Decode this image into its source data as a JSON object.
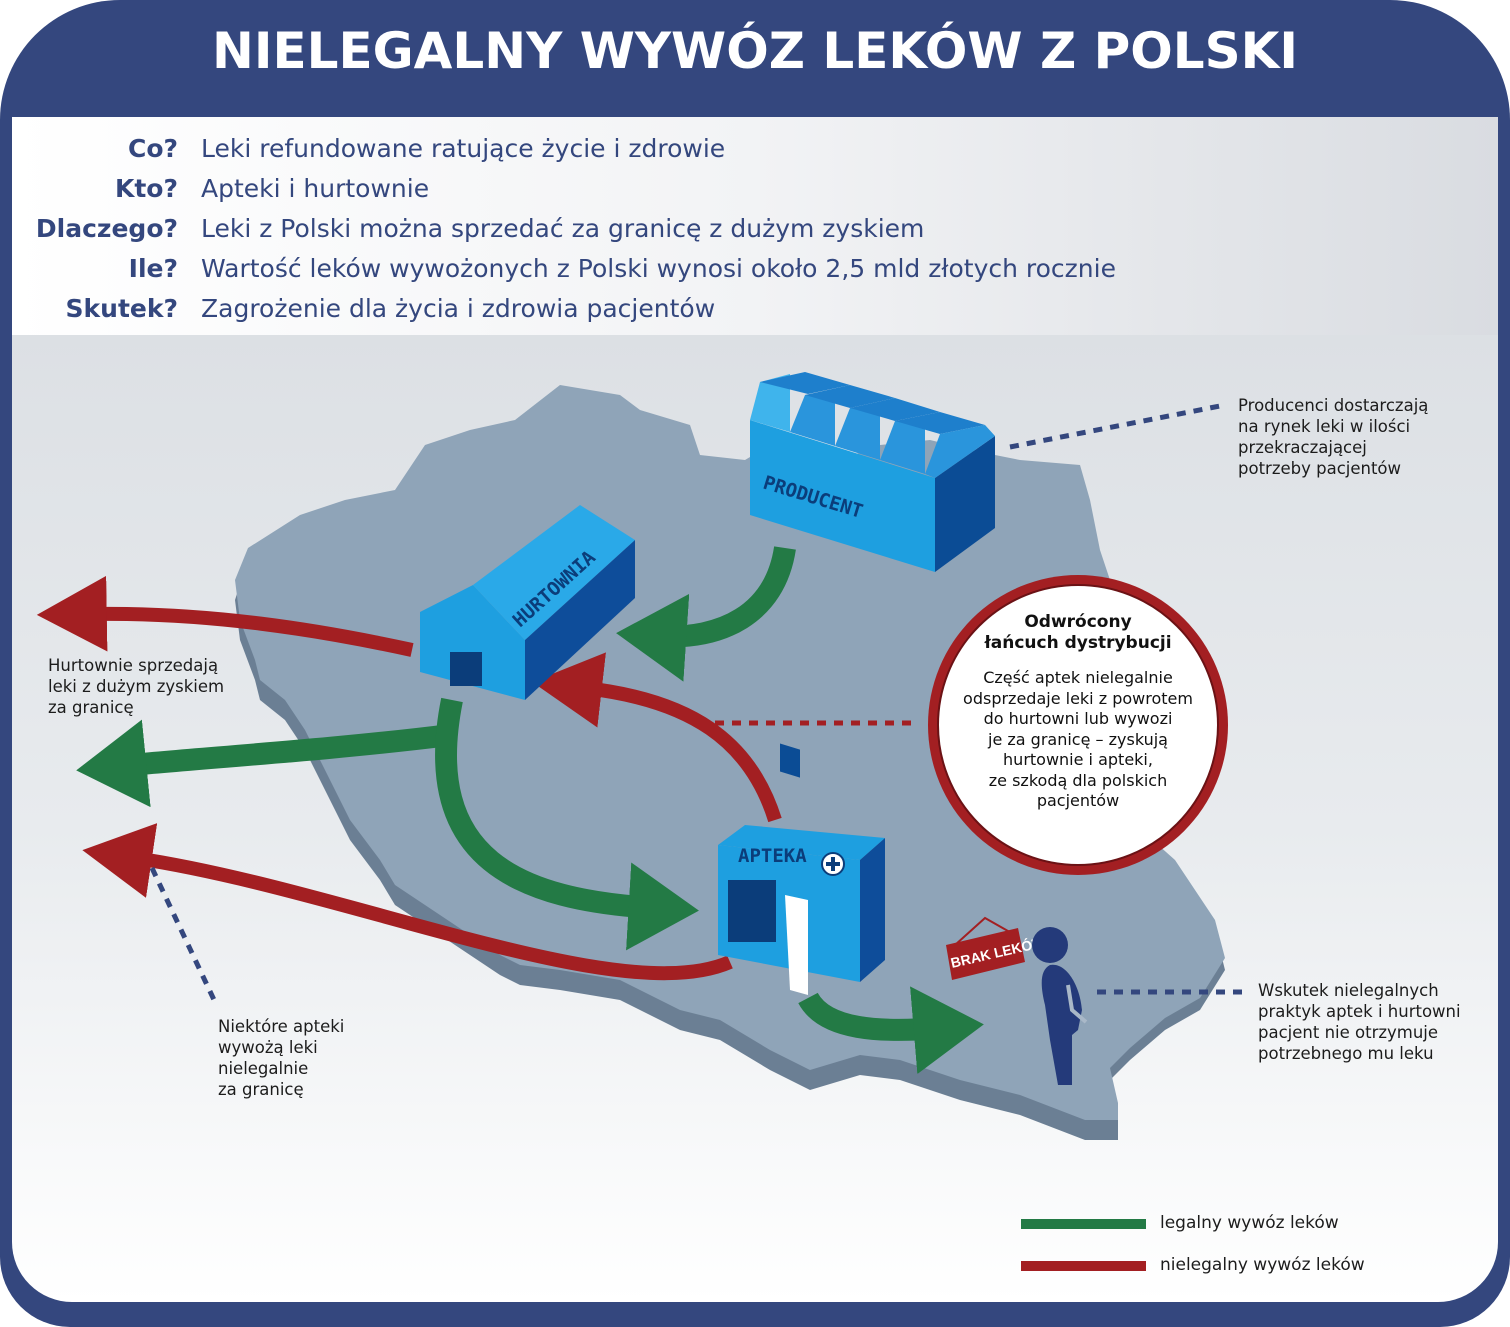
{
  "title": "NIELEGALNY WYWÓZ LEKÓW Z POLSKI",
  "facts": [
    {
      "q": "Co?",
      "a": "Leki refundowane ratujące życie i zdrowie"
    },
    {
      "q": "Kto?",
      "a": "Apteki i hurtownie"
    },
    {
      "q": "Dlaczego?",
      "a": "Leki z Polski można sprzedać za granicę z dużym zyskiem"
    },
    {
      "q": "Ile?",
      "a": "Wartość leków wywożonych z Polski wynosi około 2,5 mld złotych rocznie"
    },
    {
      "q": "Skutek?",
      "a": "Zagrożenie dla życia i zdrowia pacjentów"
    }
  ],
  "buildings": {
    "producent": "PRODUCENT",
    "hurtownia": "HURTOWNIA",
    "apteka": "APTEKA",
    "sign": "BRAK LEKÓW"
  },
  "notes": {
    "producenci": [
      "Producenci dostarczają",
      "na rynek leki w ilości",
      "przekraczającej",
      "potrzeby pacjentów"
    ],
    "hurtownie": [
      "Hurtownie sprzedają",
      "leki z dużym zyskiem",
      "za granicę"
    ],
    "apteki": [
      "Niektóre apteki",
      "wywożą leki",
      "nielegalnie",
      "za granicę"
    ],
    "pacjent": [
      "Wskutek nielegalnych",
      "praktyk aptek i hurtowni",
      "pacjent nie otrzymuje",
      "potrzebnego mu leku"
    ]
  },
  "circle": {
    "title_lines": [
      "Odwrócony",
      "łańcuch dystrybucji"
    ],
    "body_lines": [
      "Część aptek nielegalnie",
      "odsprzedaje leki z powrotem",
      "do hurtowni lub wywozi",
      "je za granicę – zyskują",
      "hurtownie i apteki,",
      "ze szkodą dla polskich",
      "pacjentów"
    ]
  },
  "legend": [
    {
      "label": "legalny wywóz leków",
      "color": "#237a45"
    },
    {
      "label": "nielegalny wywóz leków",
      "color": "#a31f22"
    }
  ],
  "colors": {
    "navy": "#34477e",
    "legal": "#237a45",
    "illegal": "#a31f22",
    "map": "#8fa4b8",
    "building": "#1e9fe0"
  }
}
